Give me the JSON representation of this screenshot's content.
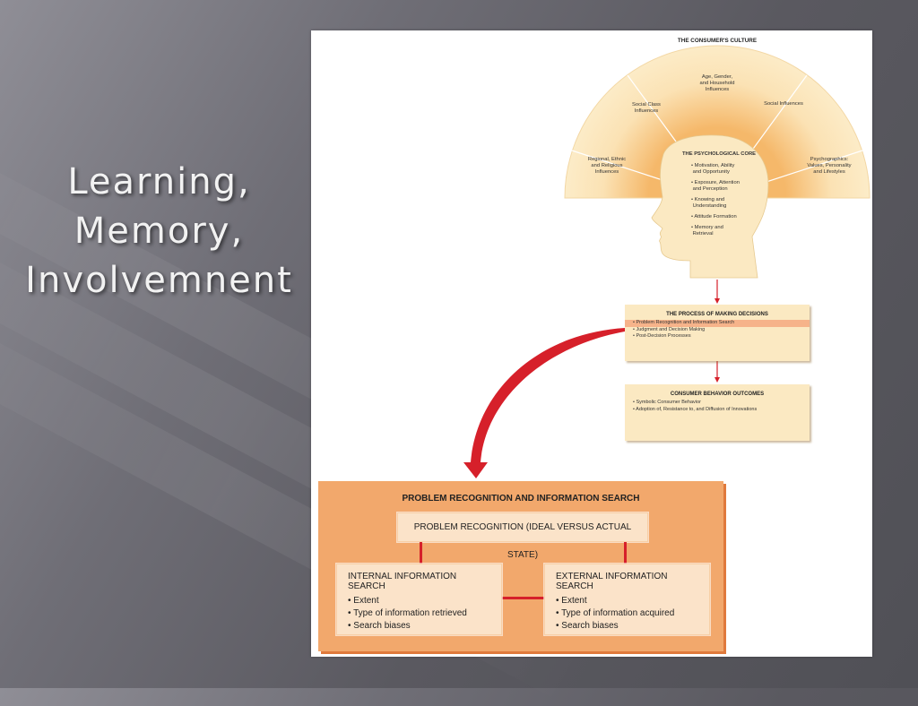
{
  "slide": {
    "title_lines": [
      "Learning,",
      "Memory,",
      "Involvemnent"
    ]
  },
  "figure": {
    "culture_title": "THE CONSUMER'S CULTURE",
    "fan_segments": [
      [
        "Regional, Ethnic",
        "and Religious",
        "Influences"
      ],
      [
        "Social Class",
        "Influences"
      ],
      [
        "Age, Gender,",
        "and Household",
        "Influences"
      ],
      [
        "Social Influences"
      ],
      [
        "Psychographics:",
        "Values, Personality",
        "and Lifestyles"
      ]
    ],
    "core": {
      "title": "THE PSYCHOLOGICAL CORE",
      "items": [
        [
          "Motivation, Ability",
          "and Opportunity"
        ],
        [
          "Exposure, Attention",
          "and Perception"
        ],
        [
          "Knowing and",
          "Understanding"
        ],
        [
          "Attitude Formation"
        ],
        [
          "Memory and",
          "Retrieval"
        ]
      ]
    },
    "process": {
      "title": "THE PROCESS OF MAKING DECISIONS",
      "items": [
        "Problem Recognition and Information Search",
        "Judgment and Decision Making",
        "Post-Decision Processes"
      ]
    },
    "outcomes": {
      "title": "CONSUMER BEHAVIOR OUTCOMES",
      "items": [
        "Symbolic Consumer Behavior",
        "Adoption of, Resistance to, and Diffusion of Innovations"
      ]
    },
    "panel": {
      "title": "PROBLEM RECOGNITION AND INFORMATION SEARCH",
      "problem": "PROBLEM RECOGNITION (IDEAL VERSUS ACTUAL STATE)",
      "internal": {
        "title": "INTERNAL INFORMATION SEARCH",
        "items": [
          "Extent",
          "Type of information retrieved",
          "Search biases"
        ]
      },
      "external": {
        "title": "EXTERNAL INFORMATION SEARCH",
        "items": [
          "Extent",
          "Type of information acquired",
          "Search biases"
        ]
      }
    },
    "colors": {
      "fan_outer": "#fbe9c2",
      "fan_inner": "#f7c884",
      "arrow_red": "#d6202a",
      "panel_orange": "#f2a86c"
    }
  }
}
